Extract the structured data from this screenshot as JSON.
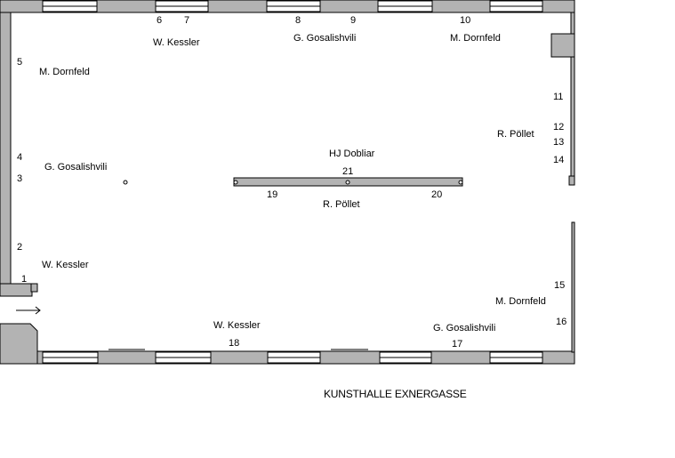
{
  "title": "KUNSTHALLE EXNERGASSE",
  "artists": [
    "W. Kessler",
    "G. Gosalishvili",
    "M. Dornfeld",
    "M. Dornfeld",
    "G. Gosalishvili",
    "R. Pöllet",
    "HJ  Dobliar",
    "R. Pöllet",
    "W. Kessler",
    "M. Dornfeld",
    "W. Kessler",
    "G. Gosalishvili"
  ],
  "numbers": [
    "1",
    "2",
    "3",
    "4",
    "5",
    "6",
    "7",
    "8",
    "9",
    "10",
    "11",
    "12",
    "13",
    "14",
    "15",
    "16",
    "17",
    "18",
    "19",
    "20",
    "21"
  ],
  "colors": {
    "wall": "#b3b3b3",
    "stroke": "#000000",
    "window": "#ffffff"
  }
}
